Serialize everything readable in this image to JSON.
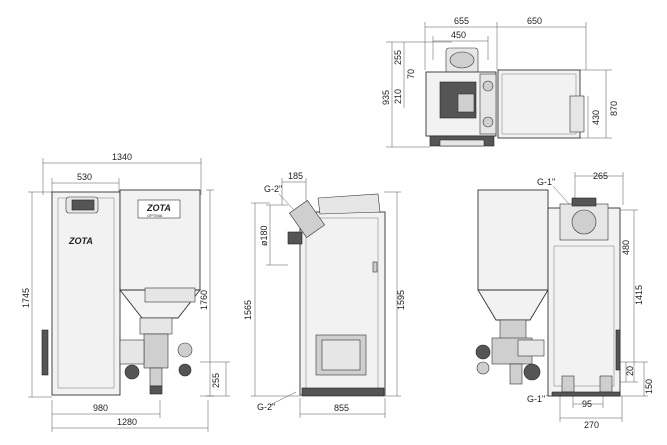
{
  "brand": {
    "logo_text": "ZOTA",
    "model_text": "OPTIMA"
  },
  "top_view": {
    "dims": [
      "655",
      "650",
      "450",
      "255",
      "70",
      "210",
      "935",
      "870",
      "430"
    ]
  },
  "front_view": {
    "dims": [
      "1340",
      "530",
      "1745",
      "1760",
      "255",
      "980",
      "1280"
    ]
  },
  "side_view": {
    "dims": [
      "185",
      "ø180",
      "1565",
      "1595",
      "855"
    ],
    "labels": [
      "G-2\"",
      "G-2\""
    ]
  },
  "rear_view": {
    "dims": [
      "265",
      "480",
      "1415",
      "20",
      "150",
      "95",
      "270"
    ],
    "labels": [
      "G-1\"",
      "G-1\""
    ]
  }
}
